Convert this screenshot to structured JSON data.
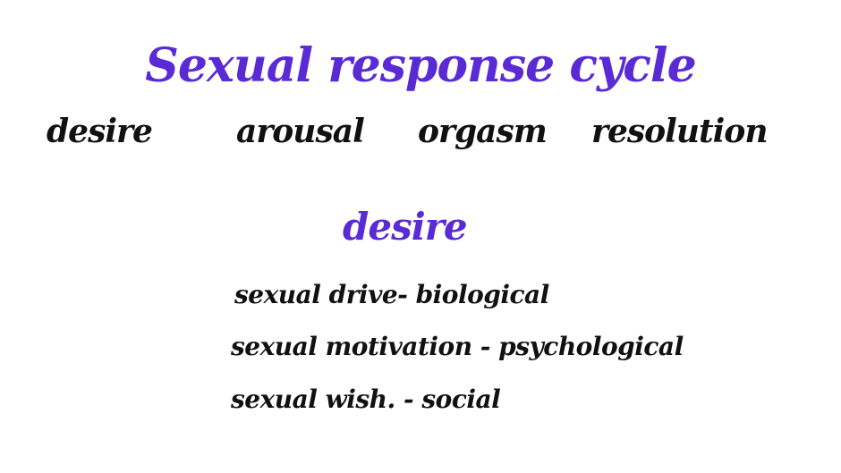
{
  "slide": {
    "title": "Sexual response cycle",
    "stages": [
      "desire",
      "arousal",
      "orgasm",
      "resolution"
    ],
    "section": {
      "heading": "desire",
      "items": [
        "sexual drive- biological",
        "sexual motivation - psychological",
        "sexual wish. - social"
      ]
    },
    "colors": {
      "accent": "#5a2bd5",
      "text": "#111111",
      "background": "#ffffff"
    }
  }
}
